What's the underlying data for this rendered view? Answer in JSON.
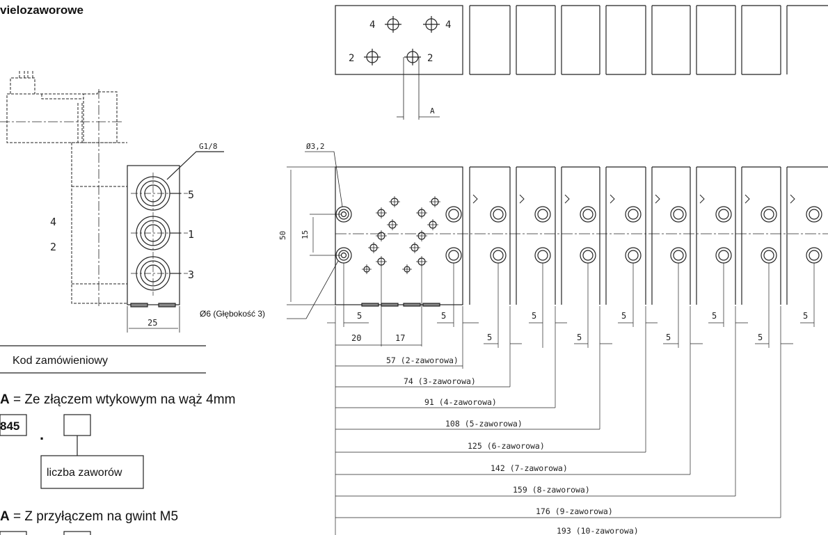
{
  "header": {
    "title": "vielozaworowe"
  },
  "side_view": {
    "port_thread_label": "G1/8",
    "port_labels": [
      "5",
      "1",
      "3"
    ],
    "left_labels": [
      "4",
      "2"
    ],
    "width_dim": "25"
  },
  "top_view": {
    "port_labels": {
      "top_left": "4",
      "top_right": "4",
      "bottom_left": "2",
      "bottom_right": "2"
    },
    "dim_a": "A"
  },
  "front_view": {
    "hole_label": "Ø3,2",
    "height_dim": "50",
    "spacing_dim": "15",
    "counterbore_label": "Ø6 (Głębokość 3)",
    "dim_20": "20",
    "dim_17": "17",
    "offset_dim": "5",
    "overall_lengths": [
      "57 (2-zaworowa)",
      "74 (3-zaworowa)",
      "91 (4-zaworowa)",
      "108 (5-zaworowa)",
      "125 (6-zaworowa)",
      "142 (7-zaworowa)",
      "159 (8-zaworowa)",
      "176 (9-zaworowa)",
      "193 (10-zaworowa)"
    ]
  },
  "order_code": {
    "heading": "Kod zamówieniowy",
    "option_a1": {
      "letter": "A",
      "text": " = Ze złączem wtykowym na wąż  4mm"
    },
    "code_prefix": "845",
    "separator": ".",
    "count_label": "liczba zaworów",
    "option_a2": {
      "letter": "A",
      "text": " = Z przyłączem na gwint M5"
    }
  }
}
